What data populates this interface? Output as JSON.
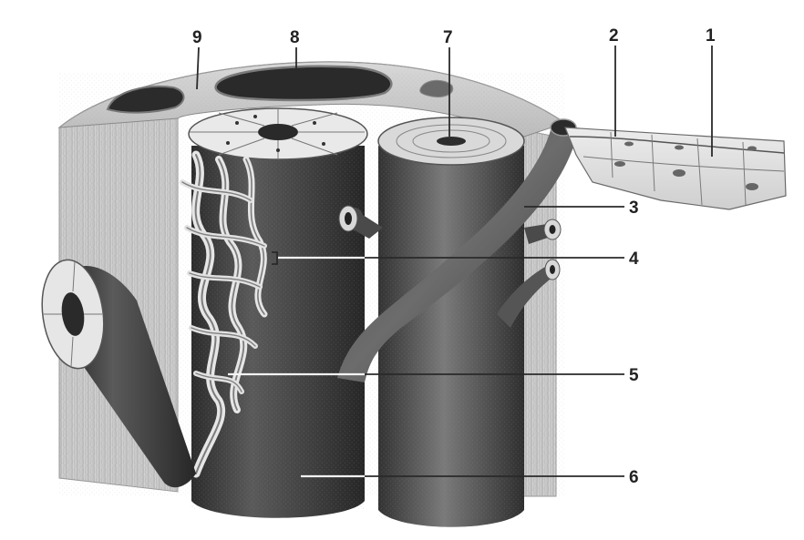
{
  "figure": {
    "labels": [
      {
        "id": "1",
        "text": "1"
      },
      {
        "id": "2",
        "text": "2"
      },
      {
        "id": "3",
        "text": "3"
      },
      {
        "id": "4",
        "text": "4"
      },
      {
        "id": "5",
        "text": "5"
      },
      {
        "id": "6",
        "text": "6"
      },
      {
        "id": "7",
        "text": "7"
      },
      {
        "id": "8",
        "text": "8"
      },
      {
        "id": "9",
        "text": "9"
      }
    ],
    "colors": {
      "background": "#ffffff",
      "tissue": "#c9c9c9",
      "vessel_dark": "#3a3a3a",
      "vessel_mid": "#6e6e6e",
      "epithelium": "#e2e2e2"
    }
  }
}
